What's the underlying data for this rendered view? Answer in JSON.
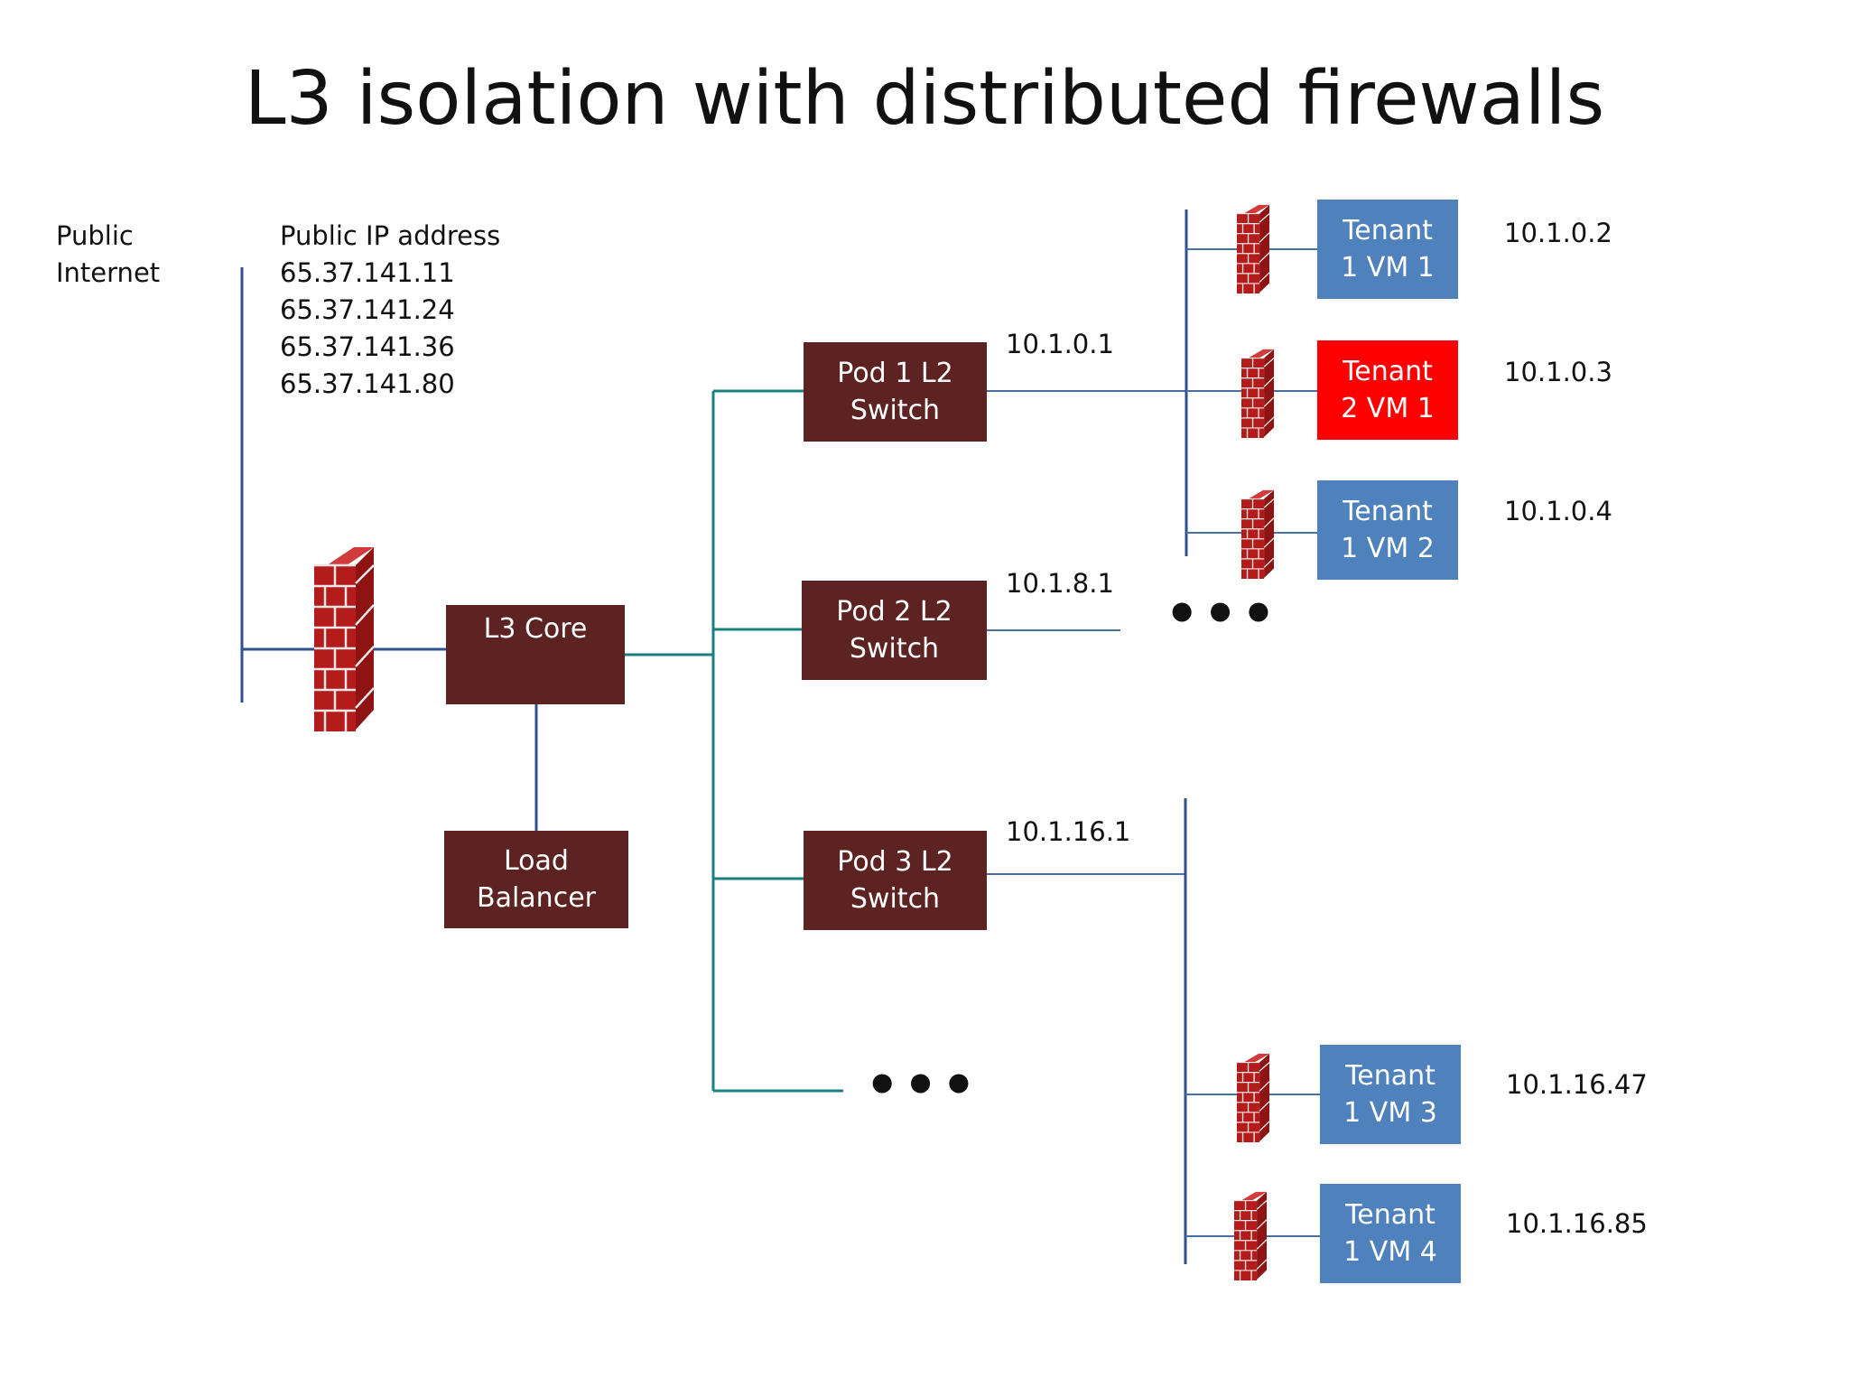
{
  "title": "L3 isolation with distributed firewalls",
  "colors": {
    "switch": "#5c2322",
    "tenant": "#4f81bd",
    "tenant_highlight": "#ff0000",
    "wire": "#2f528f",
    "trunk": "#1a8080",
    "firewall_brick": "#b41b1b"
  },
  "icons": {
    "firewall": "brick-wall-firewall"
  },
  "labels": {
    "public_internet": "Public\nInternet",
    "public_ip_heading": "Public IP address",
    "public_ips": [
      "65.37.141.11",
      "65.37.141.24",
      "65.37.141.36",
      "65.37.141.80"
    ]
  },
  "network": {
    "l3_core": "L3 Core",
    "load_balancer": "Load\nBalancer",
    "pods": [
      {
        "label": "Pod 1 L2\nSwitch",
        "gateway": "10.1.0.1"
      },
      {
        "label": "Pod 2 L2\nSwitch",
        "gateway": "10.1.8.1"
      },
      {
        "label": "Pod 3 L2\nSwitch",
        "gateway": "10.1.16.1"
      }
    ],
    "tenants": [
      {
        "label": "Tenant\n1 VM 1",
        "ip": "10.1.0.2"
      },
      {
        "label": "Tenant\n2 VM 1",
        "ip": "10.1.0.3"
      },
      {
        "label": "Tenant\n1 VM 2",
        "ip": "10.1.0.4"
      },
      {
        "label": "Tenant\n1 VM 3",
        "ip": "10.1.16.47"
      },
      {
        "label": "Tenant\n1 VM 4",
        "ip": "10.1.16.85"
      }
    ],
    "ellipsis": "•••"
  }
}
